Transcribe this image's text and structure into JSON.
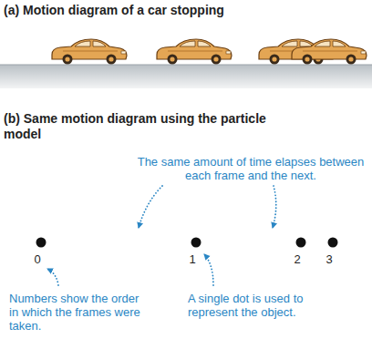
{
  "diagram": {
    "labels": [
      "(a) Motion diagram of a car stopping",
      "(b) Same motion diagram using the particle model",
      "The same amount of time elapses between each frame and the next.",
      "0",
      "1",
      "2",
      "3",
      "Numbers show the order in which the frames were taken.",
      "A single dot is used to represent the object."
    ]
  }
}
